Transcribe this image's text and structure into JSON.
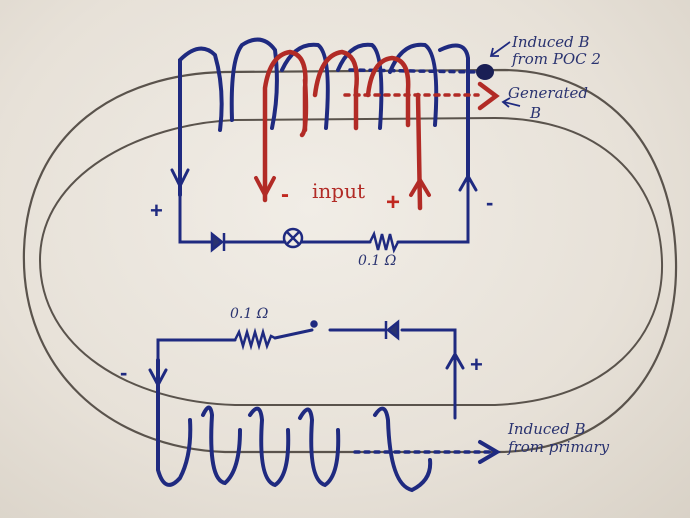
{
  "labels": {
    "induced_b_top_line1": "Induced B",
    "induced_b_top_line2": "from POC 2",
    "generated_b_line1": "Generated",
    "generated_b_line2": "B",
    "input": "input",
    "input_minus": "-",
    "input_plus": "+",
    "top_left_plus": "+",
    "top_right_minus": "-",
    "resistor_top": "0.1 Ω",
    "resistor_bottom": "0.1 Ω",
    "bottom_left_minus": "-",
    "bottom_right_plus": "+",
    "induced_b_bottom_line1": "Induced B",
    "induced_b_bottom_line2": "from primary"
  },
  "colors": {
    "paper": "#ece7df",
    "core": "#5a534c",
    "blue_ink": "#1f2a80",
    "red_ink": "#b22b26"
  }
}
